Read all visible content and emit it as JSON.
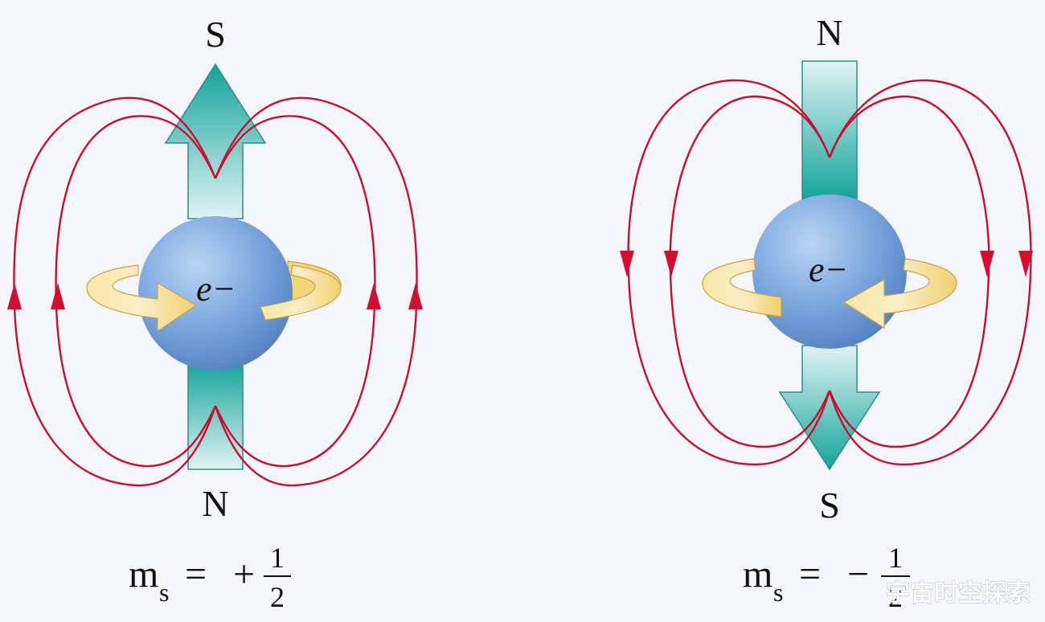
{
  "spin_up": {
    "top_pole": "S",
    "bottom_pole": "N",
    "particle_label": "e−",
    "quantum_symbol": "m",
    "quantum_subscript": "s",
    "equals": "=",
    "sign": "+",
    "numerator": "1",
    "denominator": "2"
  },
  "spin_down": {
    "top_pole": "N",
    "bottom_pole": "S",
    "particle_label": "e−",
    "quantum_symbol": "m",
    "quantum_subscript": "s",
    "equals": "=",
    "sign": "−",
    "numerator": "1",
    "denominator": "2"
  },
  "watermark": "宇宙时空探索",
  "colors": {
    "background": "#f4f6fb",
    "field_line": "#c8102e",
    "arrow_teal": "#1aa7a0",
    "sphere_blue": "#7aa6dd",
    "spin_band": "#f7dc8a"
  }
}
